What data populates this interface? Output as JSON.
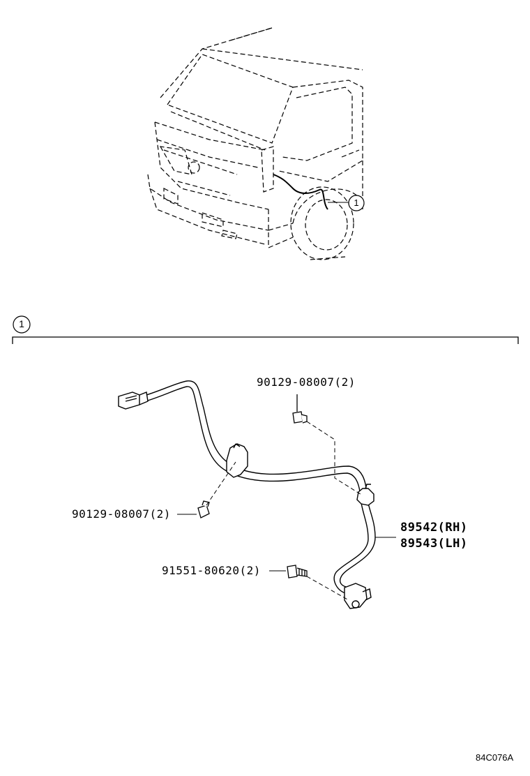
{
  "callout": {
    "truck_ref": "1",
    "section_ref": "1"
  },
  "parts": [
    {
      "id": "clip-upper",
      "text": "90129-08007(2)"
    },
    {
      "id": "clip-left",
      "text": "90129-08007(2)"
    },
    {
      "id": "bolt",
      "text": "91551-80620(2)"
    },
    {
      "id": "sensor-rh",
      "text": "89542(RH)"
    },
    {
      "id": "sensor-lh",
      "text": "89543(LH)"
    }
  ],
  "diagram_code": "84C076A"
}
